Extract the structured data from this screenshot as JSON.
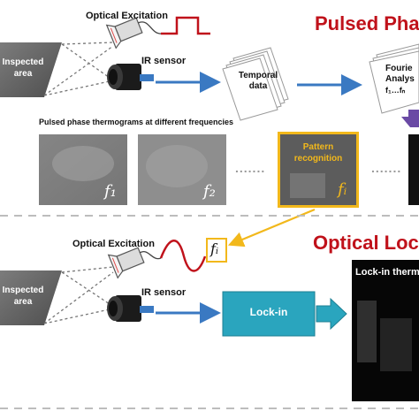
{
  "top": {
    "title": "Pulsed Pha",
    "optical_excitation": "Optical Excitation",
    "ir_sensor": "IR sensor",
    "inspected_area": [
      "Inspected",
      "area"
    ],
    "temporal_data": [
      "Temporal",
      "data"
    ],
    "fourier": [
      "Fourie",
      "Analys",
      "f₁…fₙ"
    ],
    "thermograms_caption": "Pulsed phase thermograms at different frequencies",
    "freq_labels": [
      "f₁",
      "f₂",
      "fᵢ"
    ],
    "pattern_recognition": [
      "Pattern",
      "recognition"
    ],
    "dots": "......."
  },
  "bottom": {
    "title": "Optical Loc",
    "optical_excitation": "Optical Excitation",
    "ir_sensor": "IR sensor",
    "inspected_area": [
      "Inspected",
      "area"
    ],
    "freq_label": "fᵢ",
    "lockin": "Lock-in",
    "lockin_thermogram": "Lock-in therm"
  },
  "colors": {
    "title_red": "#c0121b",
    "arrow_blue": "#3a79c2",
    "highlight_gold": "#f2b81b",
    "lockin_teal": "#2aa5be",
    "purple": "#6a4aa5"
  }
}
